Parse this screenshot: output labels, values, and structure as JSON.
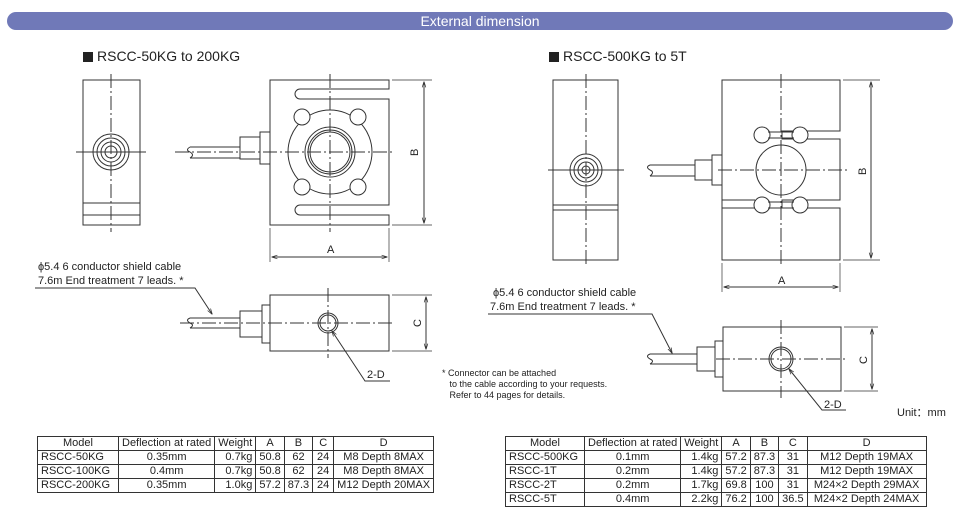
{
  "header": {
    "title": "External dimension"
  },
  "sections": [
    {
      "title": "RSCC-50KG to 200KG"
    },
    {
      "title": "RSCC-500KG to 5T"
    }
  ],
  "labels": {
    "dim_a": "A",
    "dim_b": "B",
    "dim_c": "C",
    "hole": "2-D",
    "cable_line1": "ϕ5.4  6 conductor shield cable",
    "cable_line2": "7.6m End treatment 7 leads. *"
  },
  "note": {
    "line1": "* Connector can be attached",
    "line2": "   to the cable according to your requests.",
    "line3": "   Refer to 44 pages for details."
  },
  "unit": "Unit：mm",
  "tables": [
    {
      "headers": [
        "Model",
        "Deflection at rated",
        "Weight",
        "A",
        "B",
        "C",
        "D"
      ],
      "rows": [
        [
          "RSCC-50KG",
          "0.35mm",
          "0.7kg",
          "50.8",
          "62",
          "24",
          "M8 Depth 8MAX"
        ],
        [
          "RSCC-100KG",
          "0.4mm",
          "0.7kg",
          "50.8",
          "62",
          "24",
          "M8 Depth 8MAX"
        ],
        [
          "RSCC-200KG",
          "0.35mm",
          "1.0kg",
          "57.2",
          "87.3",
          "24",
          "M12 Depth 20MAX"
        ]
      ]
    },
    {
      "headers": [
        "Model",
        "Deflection at rated",
        "Weight",
        "A",
        "B",
        "C",
        "D"
      ],
      "rows": [
        [
          "RSCC-500KG",
          "0.1mm",
          "1.4kg",
          "57.2",
          "87.3",
          "31",
          "M12 Depth 19MAX"
        ],
        [
          "RSCC-1T",
          "0.2mm",
          "1.4kg",
          "57.2",
          "87.3",
          "31",
          "M12 Depth 19MAX"
        ],
        [
          "RSCC-2T",
          "0.2mm",
          "1.7kg",
          "69.8",
          "100",
          "31",
          "M24×2 Depth 29MAX"
        ],
        [
          "RSCC-5T",
          "0.4mm",
          "2.2kg",
          "76.2",
          "100",
          "36.5",
          "M24×2 Depth 24MAX"
        ]
      ]
    }
  ],
  "colors": {
    "header_bar": "#7079b8",
    "line": "#333333"
  }
}
